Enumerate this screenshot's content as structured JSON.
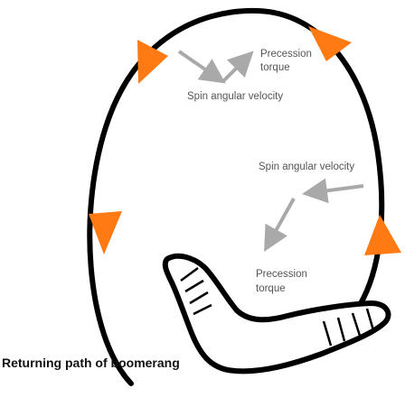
{
  "colors": {
    "path": "#000000",
    "direction_arrow": "#ff7a12",
    "vector_arrow": "#a9a9a9",
    "label": "#555555",
    "caption": "#111111"
  },
  "labels": {
    "top_precession_line1": "Precession",
    "top_precession_line2": "torque",
    "top_spin": "Spin angular velocity",
    "right_spin": "Spin angular velocity",
    "right_precession_line1": "Precession",
    "right_precession_line2": "torque",
    "caption": "Returning path of boomerang"
  },
  "icons": {
    "boomerang": "boomerang-icon",
    "direction_arrow": "triangle-arrow-icon",
    "vector_arrow": "arrow-icon"
  }
}
